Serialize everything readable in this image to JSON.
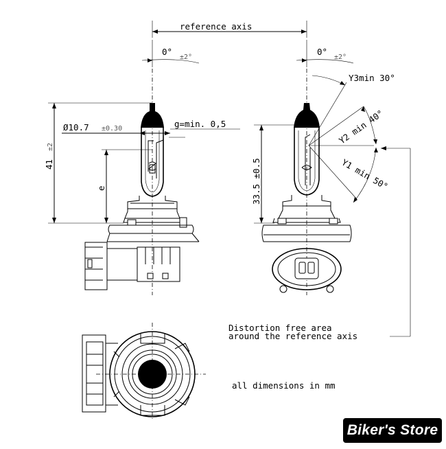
{
  "labels": {
    "reference_axis": "reference axis",
    "zero_deg_left": "0°",
    "tol_left": "±2°",
    "zero_deg_right": "0°",
    "tol_right": "±2°",
    "y3": "Y3min 30°",
    "y2": "Y2 min 40°",
    "y1": "Y1 min 50°",
    "diameter": "Ø10.7",
    "diameter_tol": "±0.30",
    "g_min": "g=min. 0,5",
    "height_41": "41",
    "height_41_tol": "±2",
    "e_dim": "e",
    "height_335": "33.5 ±0.5",
    "distortion_line1": "Distortion free area",
    "distortion_line2": "around the reference axis",
    "all_dims": "all dimensions in mm"
  },
  "badge": {
    "text": "Biker's Store"
  },
  "colors": {
    "line": "#000000",
    "bulb_tip": "#000000",
    "badge_bg": "#000000",
    "badge_text": "#ffffff"
  }
}
